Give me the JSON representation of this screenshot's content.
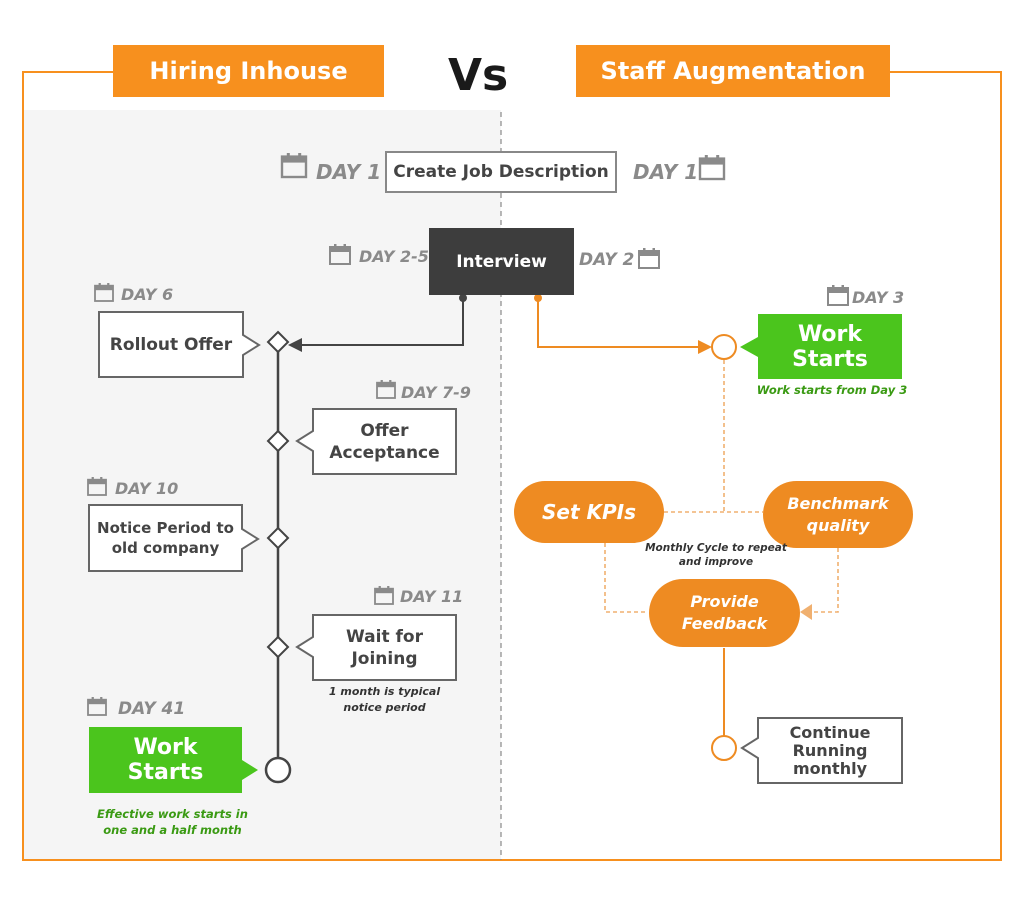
{
  "header": {
    "left_title": "Hiring Inhouse",
    "vs": "Vs",
    "right_title": "Staff Augmentation"
  },
  "colors": {
    "orange": "#F7901E",
    "pill_orange": "#EE8B22",
    "green": "#4BC51D",
    "dark_box": "#3d3d3d",
    "grey_text": "#8a8a8a",
    "panel_bg": "#f5f5f5"
  },
  "shared": {
    "job_description": "Create Job Description",
    "interview": "Interview"
  },
  "inhouse": {
    "day1": "DAY 1",
    "day_interview": "DAY 2-5",
    "day_offer": "DAY 6",
    "rollout_offer": "Rollout Offer",
    "day_acceptance": "DAY 7-9",
    "offer_acceptance": "Offer Acceptance",
    "day_notice": "DAY 10",
    "notice_period": "Notice Period to old company",
    "day_wait": "DAY 11",
    "wait_joining": "Wait for Joining",
    "wait_note": "1 month is typical notice period",
    "day_start": "DAY 41",
    "work_starts": "Work Starts",
    "start_note": "Effective work starts in one and a half month"
  },
  "augmentation": {
    "day1": "DAY 1",
    "day_interview": "DAY 2",
    "day_start": "DAY 3",
    "work_starts": "Work Starts",
    "start_note": "Work starts from Day 3",
    "set_kpis": "Set KPIs",
    "benchmark": "Benchmark quality",
    "cycle_note": "Monthly Cycle to repeat and improve",
    "feedback": "Provide Feedback",
    "continue": "Continue Running monthly"
  }
}
